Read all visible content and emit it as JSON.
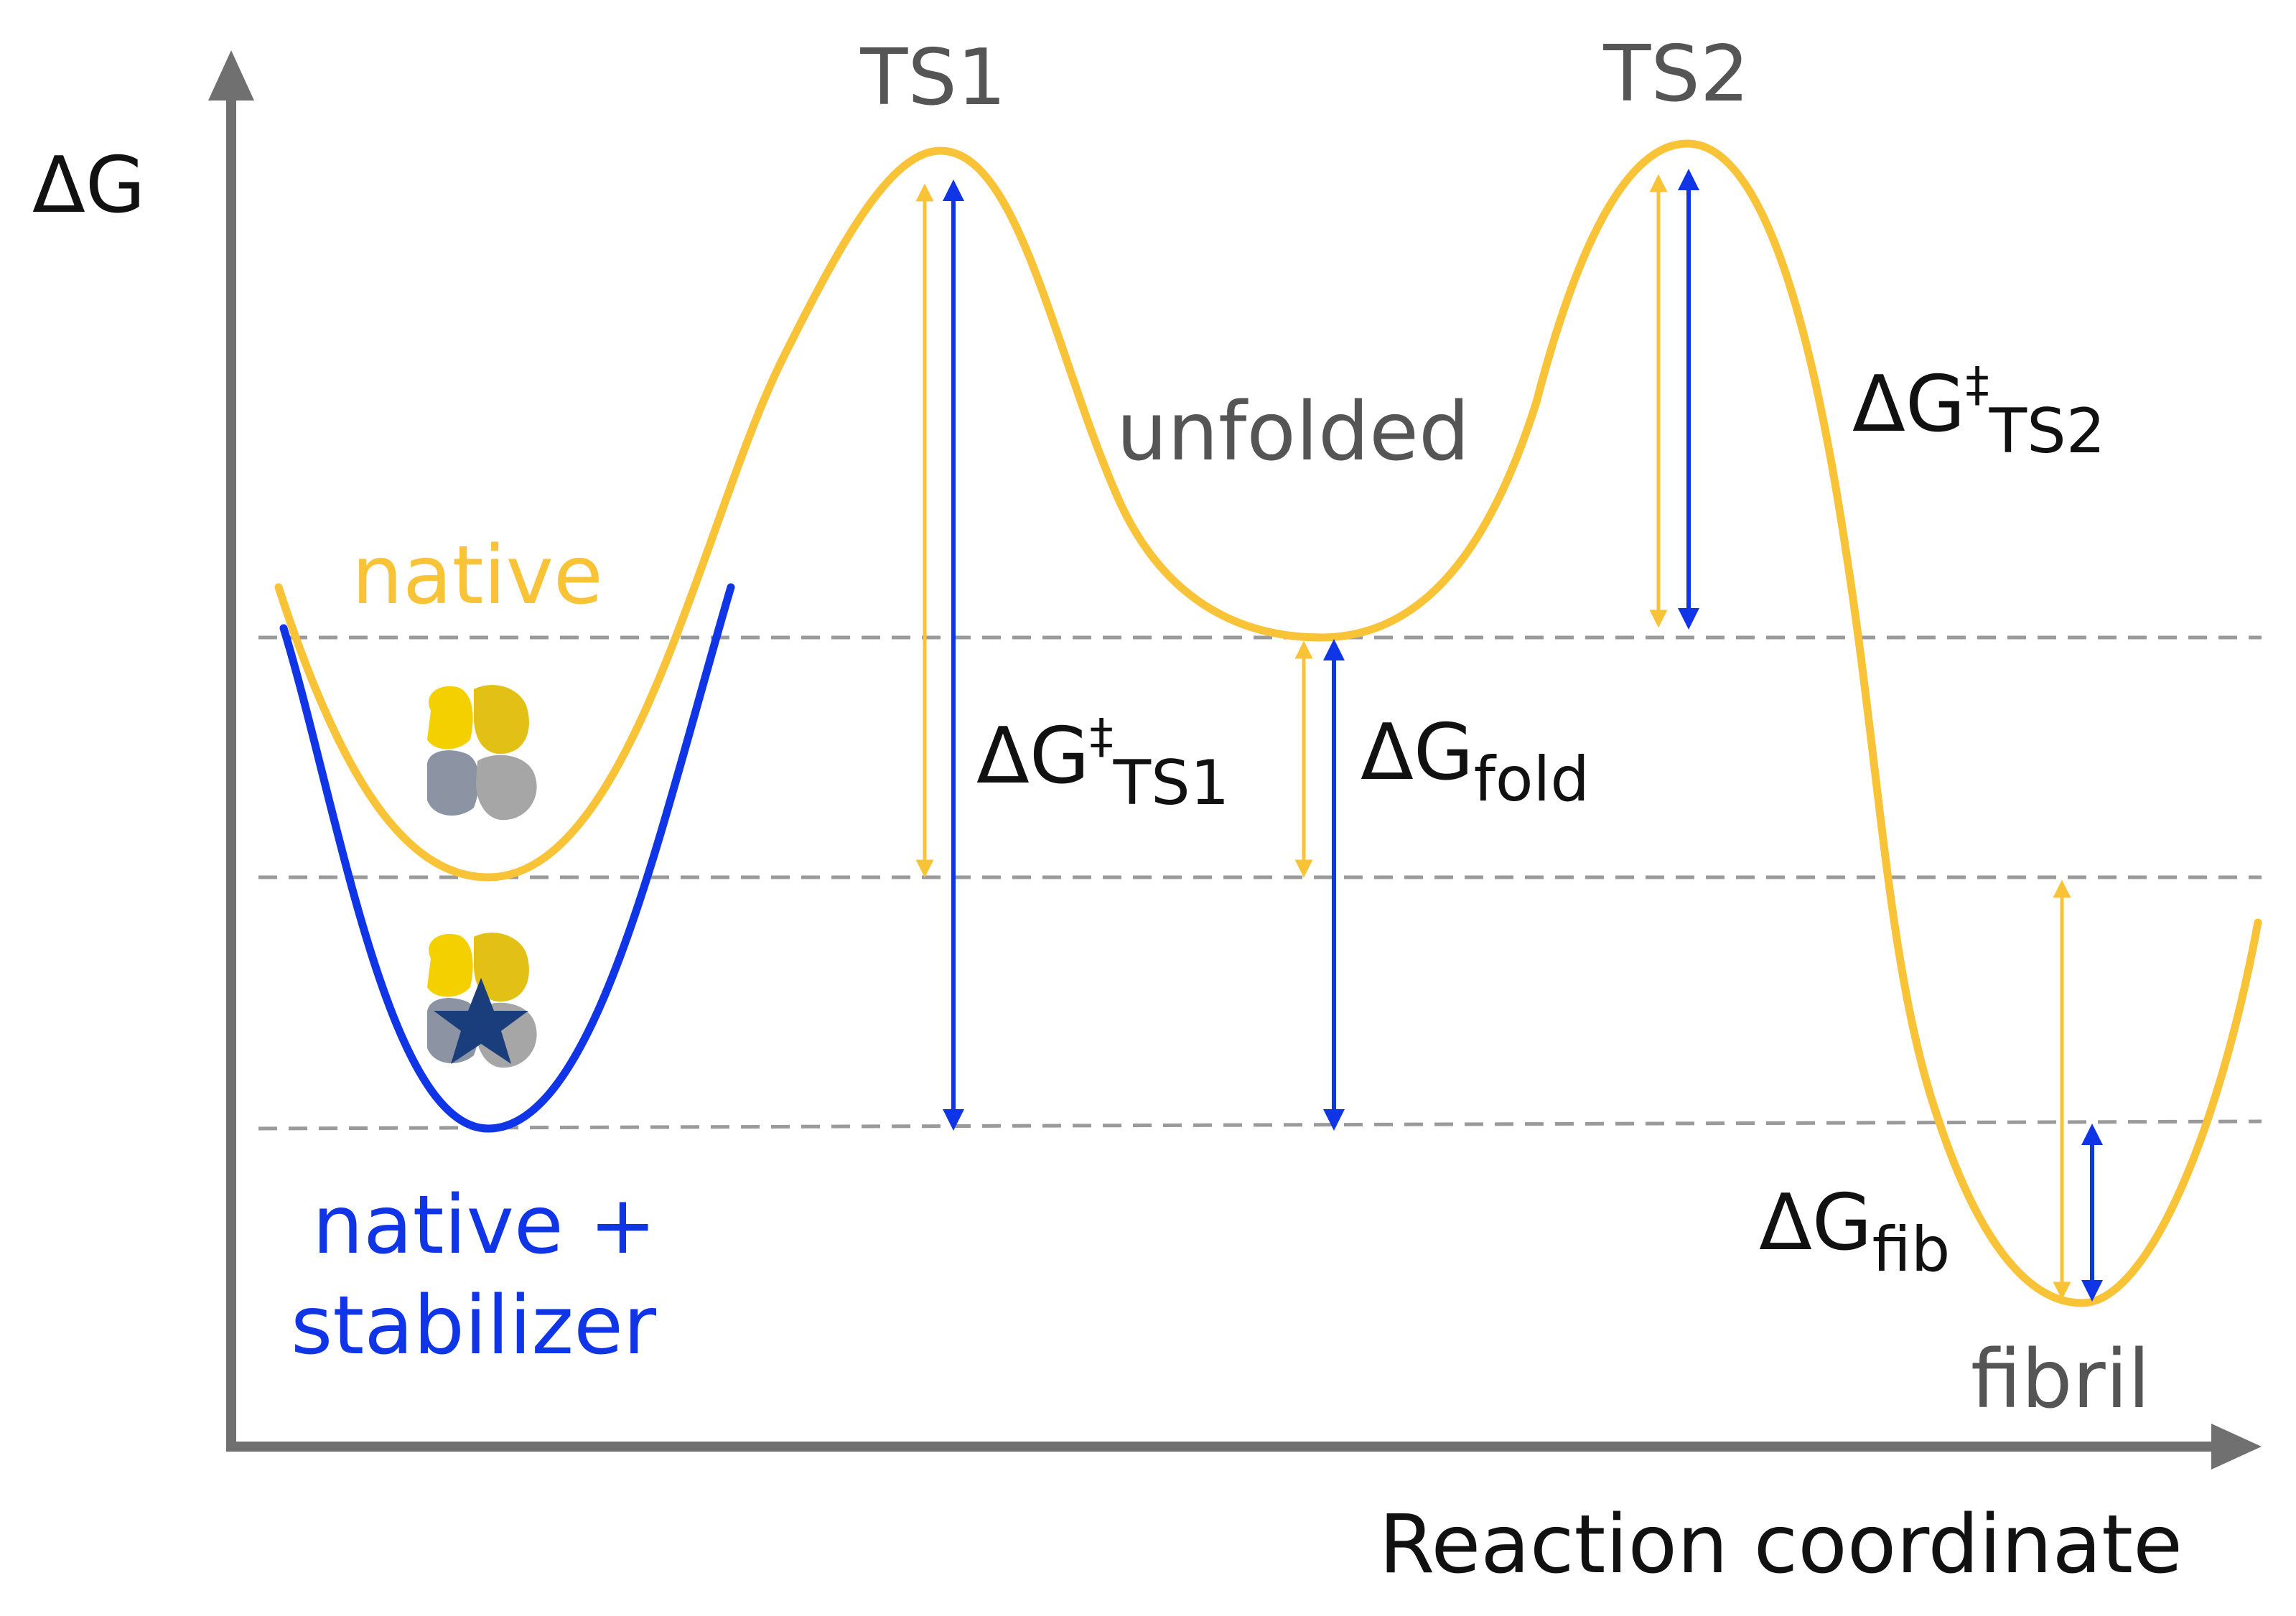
{
  "axes": {
    "y_label": "ΔG",
    "x_label": "Reaction coordinate"
  },
  "states": {
    "ts1": "TS1",
    "ts2": "TS2",
    "unfolded": "unfolded",
    "native": "native",
    "native_stabilizer_line1": "native +",
    "native_stabilizer_line2": "stabilizer",
    "fibril": "fibril"
  },
  "energy_labels": {
    "dg": "ΔG",
    "ddagger": "‡",
    "ts1_sub": "TS1",
    "ts2_sub": "TS2",
    "fold_sub": "fold",
    "fib_sub": "fib"
  },
  "colors": {
    "native_curve": "#F9C338",
    "stabilizer_curve": "#1035E6",
    "axis": "#707070",
    "label_gray": "#555555",
    "dashed": "#9A9A9A"
  }
}
